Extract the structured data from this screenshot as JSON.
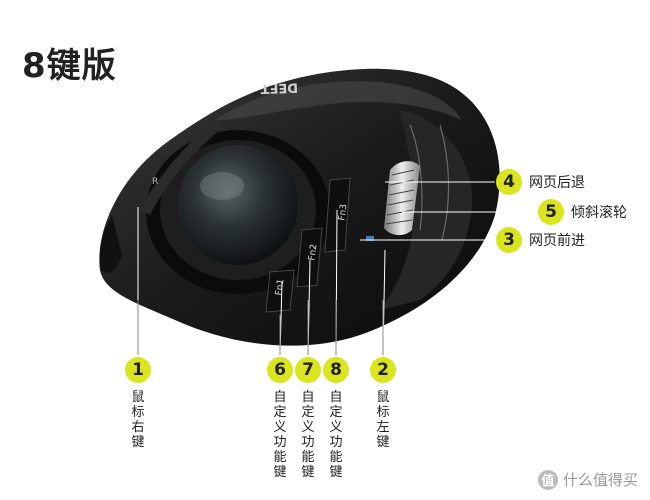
{
  "title": "8键版",
  "mouse": {
    "brand_text": "DEFT",
    "key_labels": {
      "right": "R",
      "fn1": "Fn1",
      "fn2": "Fn2",
      "fn3": "Fn3"
    }
  },
  "callouts": {
    "c1": {
      "number": "1",
      "label": "鼠标右键"
    },
    "c2": {
      "number": "2",
      "label": "鼠标左键"
    },
    "c3": {
      "number": "3",
      "label": "网页前进"
    },
    "c4": {
      "number": "4",
      "label": "网页后退"
    },
    "c5": {
      "number": "5",
      "label": "倾斜滚轮"
    },
    "c6": {
      "number": "6",
      "label": "自定义功能键"
    },
    "c7": {
      "number": "7",
      "label": "自定义功能键"
    },
    "c8": {
      "number": "8",
      "label": "自定义功能键"
    }
  },
  "colors": {
    "badge": "#dbe51f",
    "mouse_body": "#1c1c1c",
    "leader": "#ffffff"
  },
  "watermark": {
    "icon": "值",
    "text": "什么值得买"
  }
}
